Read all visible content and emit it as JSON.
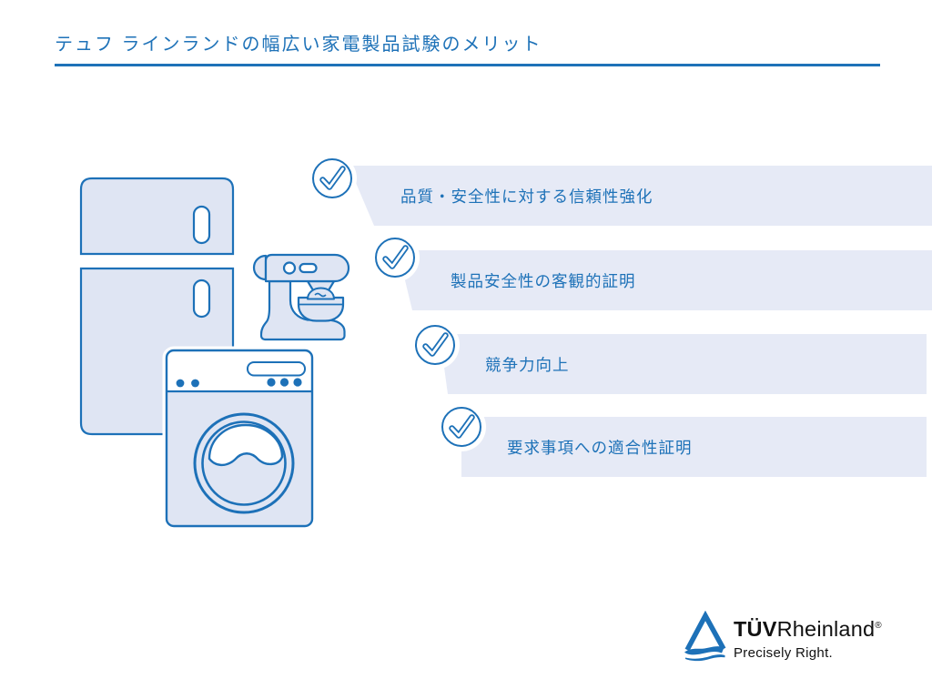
{
  "slide": {
    "title": "テュフ ラインランドの幅広い家電製品試験のメリット",
    "background_color": "#ffffff",
    "accent_color": "#1d71b8",
    "bar_background_color": "#e6eaf6",
    "illustration_fill_color": "#dfe5f3"
  },
  "benefits": {
    "items": [
      {
        "icon": "check-circle-icon",
        "label": "品質・安全性に対する信頼性強化"
      },
      {
        "icon": "check-circle-icon",
        "label": "製品安全性の客観的証明"
      },
      {
        "icon": "check-circle-icon",
        "label": "競争力向上"
      },
      {
        "icon": "check-circle-icon",
        "label": "要求事項への適合性証明"
      }
    ]
  },
  "illustration": {
    "icons": [
      "refrigerator-icon",
      "stand-mixer-icon",
      "washing-machine-icon"
    ]
  },
  "logo": {
    "brand_bold": "TÜV",
    "brand_regular": "Rheinland",
    "registered_mark": "®",
    "tagline": "Precisely Right.",
    "triangle_color": "#1d71b8",
    "text_color": "#111111"
  }
}
